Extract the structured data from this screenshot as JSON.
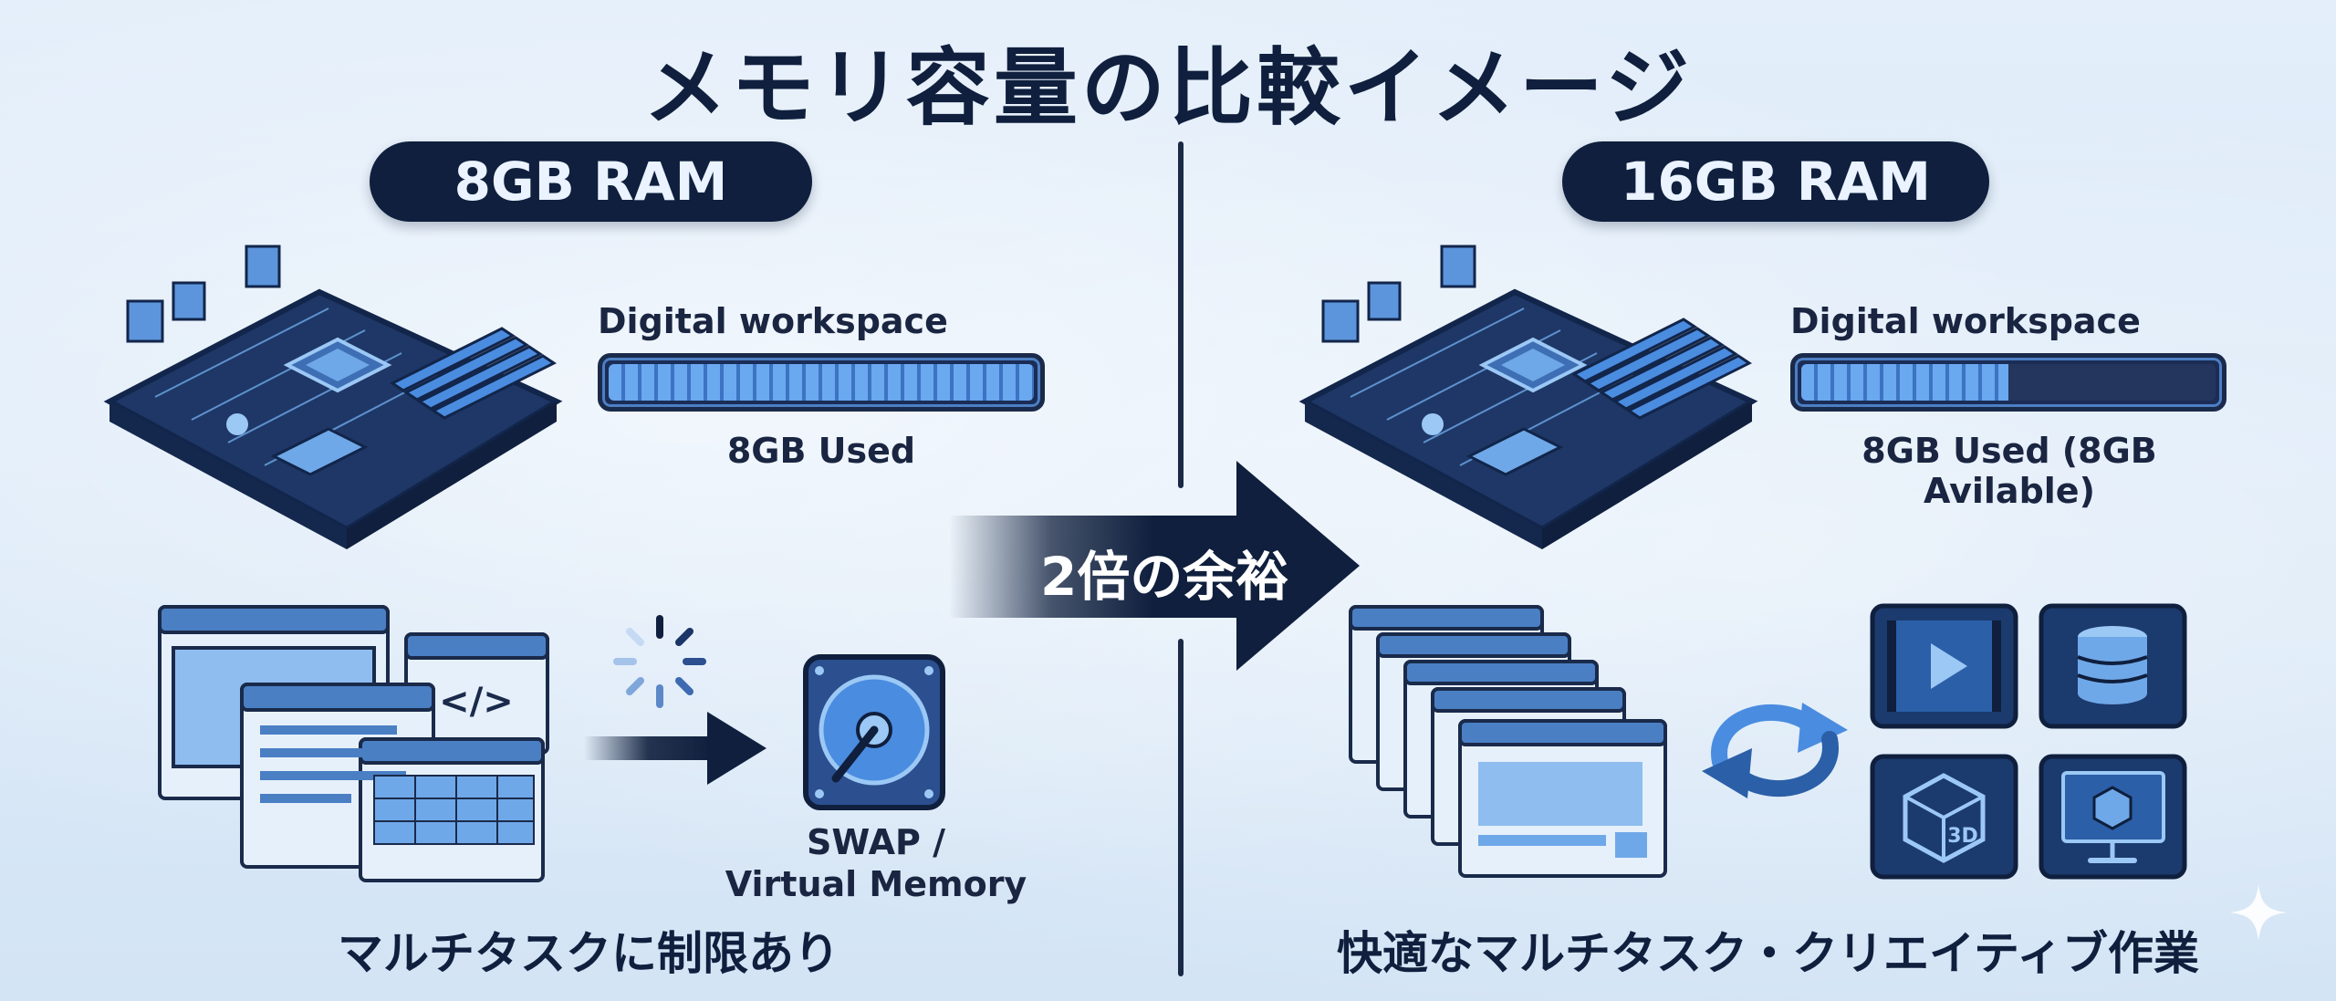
{
  "title": "メモリ容量の比較イメージ",
  "left": {
    "badge": "8GB RAM",
    "workspace_label": "Digital workspace",
    "usage_fraction": 1.0,
    "usage_text": "8GB Used",
    "swap_label_line1": "SWAP /",
    "swap_label_line2": "Virtual Memory",
    "caption": "マルチタスクに制限あり"
  },
  "center": {
    "label": "2倍の余裕"
  },
  "right": {
    "badge": "16GB RAM",
    "workspace_label": "Digital workspace",
    "usage_fraction": 0.5,
    "usage_text": "8GB Used (8GB Avilable)",
    "caption": "快適なマルチタスク・クリエイティブ作業",
    "app_icons": [
      "video-play-icon",
      "database-icon",
      "3d-cube-icon",
      "monitor-3d-icon"
    ]
  },
  "colors": {
    "navy": "#0f1f3d",
    "accent_blue": "#4a8ce0",
    "background": "#d8e8f7"
  }
}
